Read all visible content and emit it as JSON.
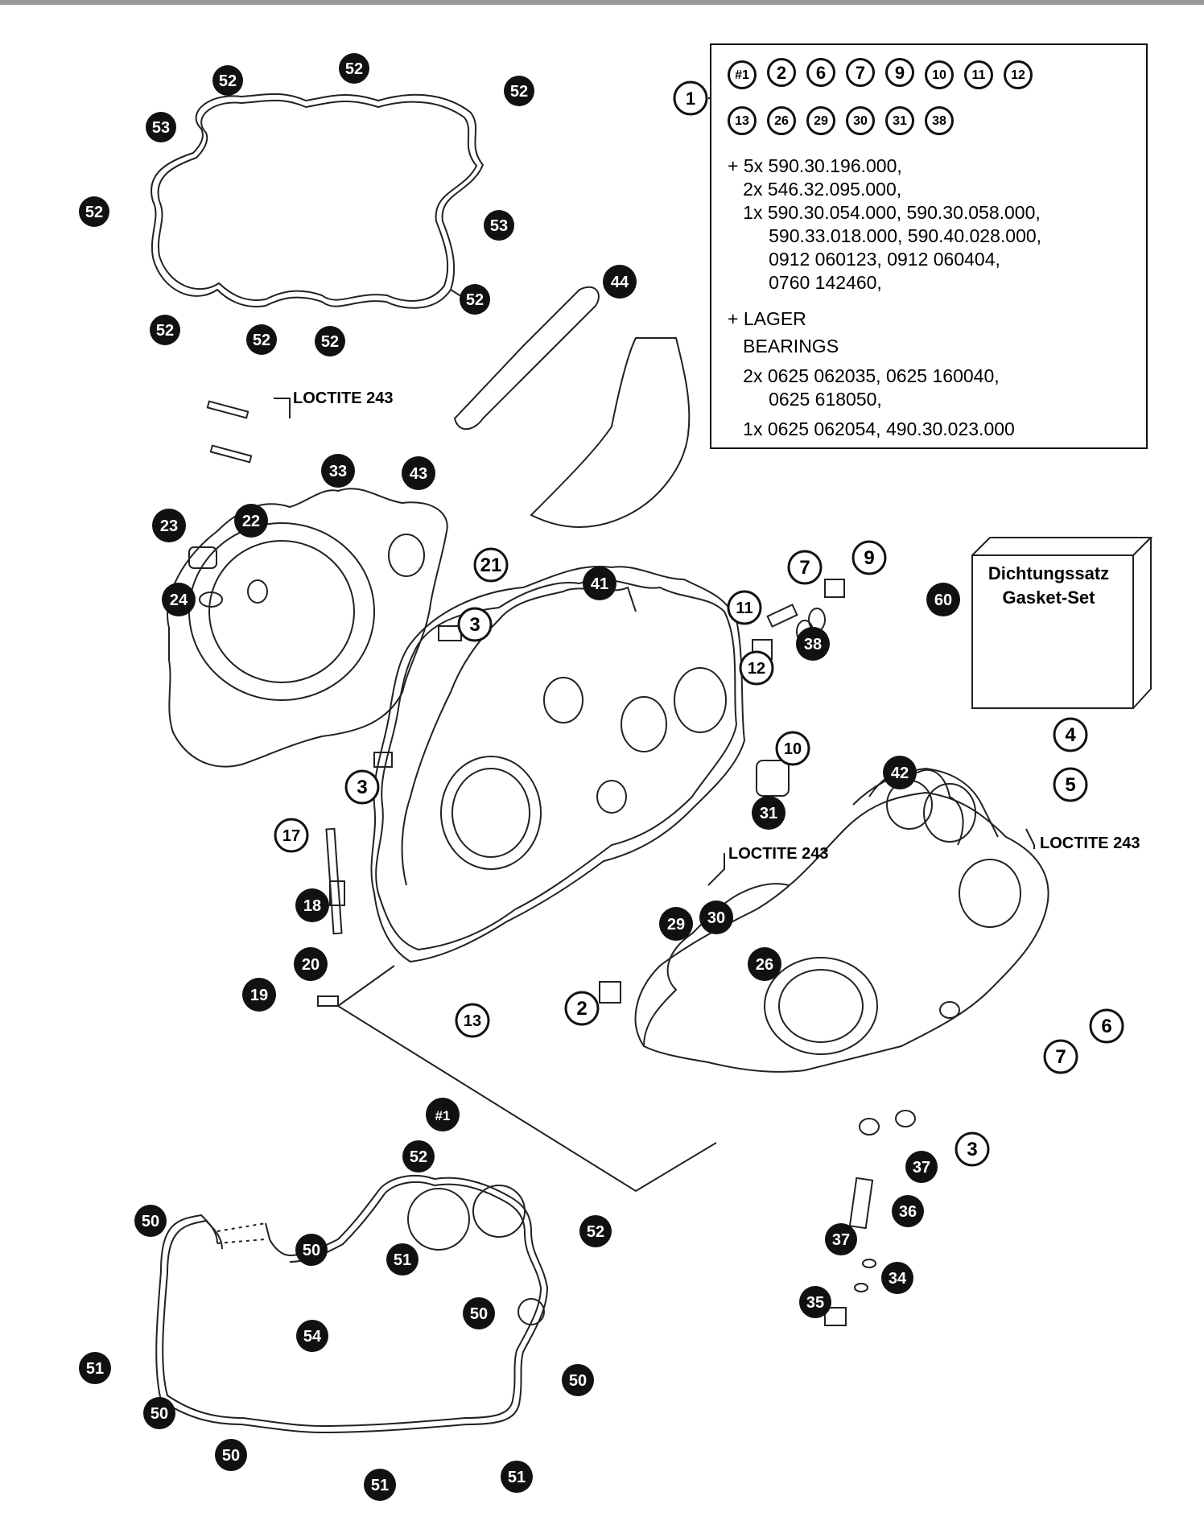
{
  "parts_box": {
    "row1": [
      "#1",
      "2",
      "6",
      "7",
      "9",
      "10",
      "11",
      "12"
    ],
    "row2": [
      "13",
      "26",
      "29",
      "30",
      "31",
      "38"
    ],
    "lines": [
      "+ 5x 590.30.196.000,",
      "   2x 546.32.095.000,",
      "   1x 590.30.054.000, 590.30.058.000,",
      "        590.33.018.000, 590.40.028.000,",
      "        0912 060123, 0912 060404,",
      "        0760 142460,",
      "+ LAGER",
      "   BEARINGS",
      "   2x 0625 062035, 0625 160040,",
      "        0625 618050,",
      "   1x 0625 062054, 490.30.023.000"
    ]
  },
  "gasket_set": {
    "line1": "Dichtungssatz",
    "line2": "Gasket-Set",
    "callout": "60"
  },
  "loctite": {
    "a": "LOCTITE 243",
    "b": "LOCTITE 243",
    "c": "LOCTITE 243"
  },
  "callouts": {
    "c1": "1",
    "c44": "44",
    "c33": "33",
    "c43": "43",
    "c22": "22",
    "c23": "23",
    "c24": "24",
    "c21": "21",
    "c3a": "3",
    "c3b": "3",
    "c3c": "3",
    "c41": "41",
    "c7a": "7",
    "c9": "9",
    "c11": "11",
    "c12": "12",
    "c38": "38",
    "c10": "10",
    "c4": "4",
    "c5": "5",
    "c42": "42",
    "c31": "31",
    "c17": "17",
    "c18": "18",
    "c20": "20",
    "c19": "19",
    "c13": "13",
    "c2": "2",
    "c29": "29",
    "c30": "30",
    "c26": "26",
    "c6": "6",
    "c7b": "7",
    "c1h": "#1",
    "c37a": "37",
    "c36": "36",
    "c37b": "37",
    "c34": "34",
    "c35": "35",
    "g52a": "52",
    "g52b": "52",
    "g52c": "52",
    "g53a": "53",
    "g52d": "52",
    "g53b": "53",
    "g52e": "52",
    "g52f": "52",
    "g52g": "52",
    "g52h": "52",
    "b52a": "52",
    "b52b": "52",
    "b50a": "50",
    "b50b": "50",
    "b51a": "51",
    "b50c": "50",
    "b54": "54",
    "b51b": "51",
    "b50d": "50",
    "b50e": "50",
    "b50f": "50",
    "b51c": "51",
    "b51d": "51"
  }
}
